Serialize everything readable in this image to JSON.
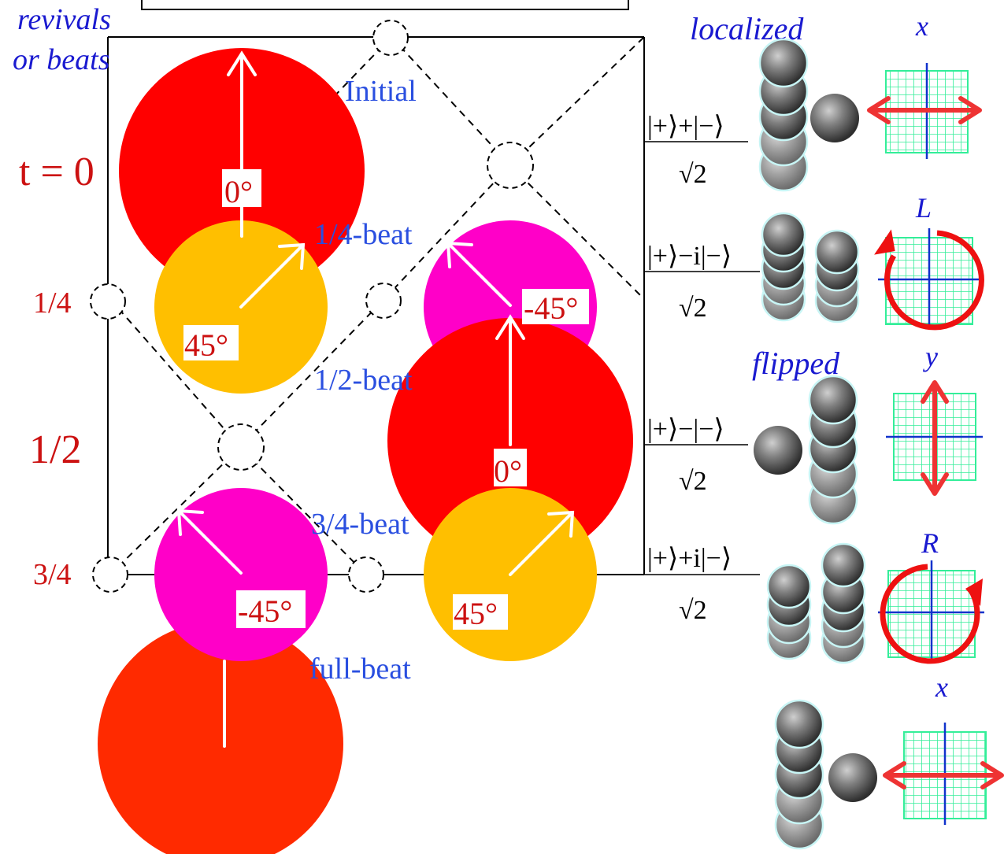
{
  "header": {
    "revivals_line1": "revivals",
    "revivals_line2": "or beats"
  },
  "time_labels": {
    "t0": "t = 0",
    "quarter": "1/4",
    "half": "1/2",
    "three_quarter": "3/4"
  },
  "beat_labels": {
    "initial": "Initial",
    "quarter": "1/4-beat",
    "half": "1/2-beat",
    "three_quarter": "3/4-beat",
    "full": "full-beat"
  },
  "angles": {
    "red_top": "0°",
    "orange_left": "45°",
    "magenta_right": "-45°",
    "red_right": "0°",
    "magenta_left": "-45°",
    "orange_right": "45°"
  },
  "states": [
    {
      "ket": "|+⟩+|−⟩",
      "denominator": "√2",
      "label": "localized",
      "axis": "x"
    },
    {
      "ket": "|+⟩−i|−⟩",
      "denominator": "√2",
      "label": "",
      "axis": "L"
    },
    {
      "ket": "|+⟩−|−⟩",
      "denominator": "√2",
      "label": "flipped",
      "axis": "y"
    },
    {
      "ket": "|+⟩+i|−⟩",
      "denominator": "√2",
      "label": "",
      "axis": "R"
    },
    {
      "ket": "",
      "denominator": "",
      "label": "",
      "axis": "x"
    }
  ],
  "colors": {
    "red": "#ff0000",
    "orange_red": "#ff2a00",
    "amber": "#ffbf00",
    "magenta": "#ff00c8",
    "label_red": "#cc1111",
    "label_blue": "#2a4fe0",
    "title_blue": "#1a1ad0",
    "grid_green": "#33ee99",
    "axis_blue": "#1133cc",
    "arrow_red": "#ee3333"
  }
}
